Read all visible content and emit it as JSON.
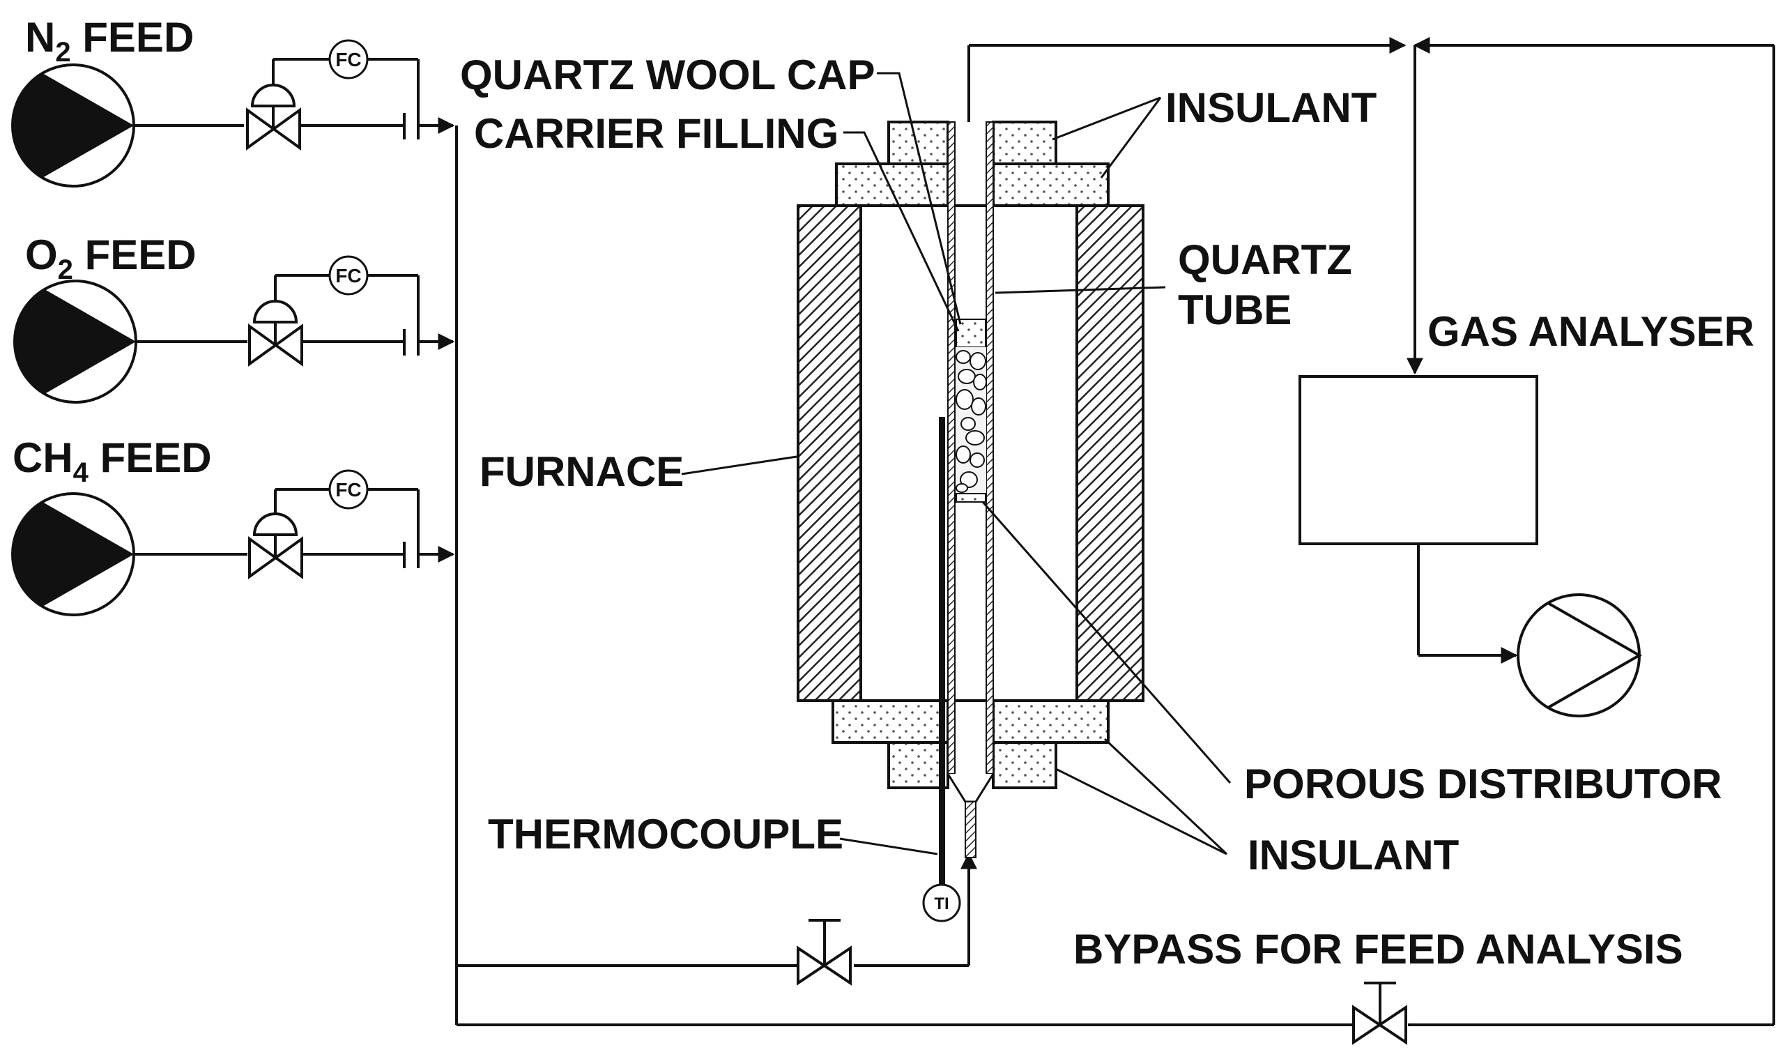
{
  "feeds": [
    {
      "formula": "N",
      "subscript": "2",
      "suffix": " FEED",
      "controller": "FC"
    },
    {
      "formula": "O",
      "subscript": "2",
      "suffix": " FEED",
      "controller": "FC"
    },
    {
      "formula": "CH",
      "subscript": "4",
      "suffix": " FEED",
      "controller": "FC"
    }
  ],
  "labels": {
    "quartz_wool_cap": "QUARTZ WOOL CAP",
    "carrier_filling": "CARRIER FILLING",
    "insulant_top": "INSULANT",
    "quartz_tube_line1": "QUARTZ",
    "quartz_tube_line2": "TUBE",
    "gas_analyser": "GAS ANALYSER",
    "furnace": "FURNACE",
    "porous_distributor": "POROUS DISTRIBUTOR",
    "insulant_bottom": "INSULANT",
    "thermocouple": "THERMOCOUPLE",
    "temperature_indicator": "TI",
    "bypass": "BYPASS FOR FEED ANALYSIS"
  },
  "colors": {
    "line": "#111111",
    "background": "#ffffff",
    "furnace_hatch": "#222222",
    "insulant_dots": "#555555"
  }
}
